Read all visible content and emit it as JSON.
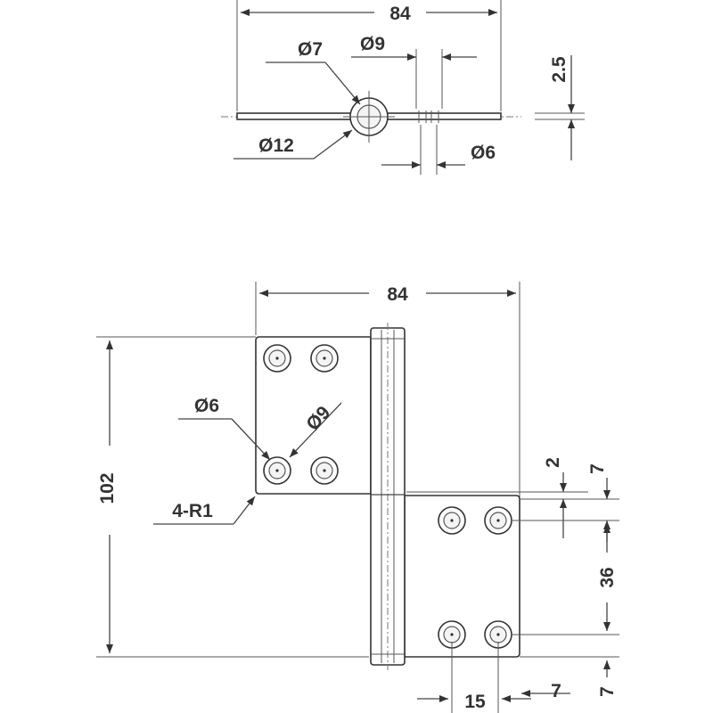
{
  "drawing": {
    "top_view": {
      "overall_width": "84",
      "pin_diameter": "Ø7",
      "hole_diameter": "Ø9",
      "knuckle_diameter": "Ø12",
      "hole_small_diameter": "Ø6",
      "thickness": "2.5"
    },
    "front_view": {
      "overall_width": "84",
      "overall_height": "102",
      "hole_small_diameter": "Ø6",
      "hole_diameter": "Ø9",
      "corner_radius": "4-R1",
      "offset": "2",
      "edge_top": "7",
      "hole_spacing": "36",
      "edge_bottom": "7",
      "hole_pitch_horizontal": "15",
      "edge_right": "7"
    }
  }
}
